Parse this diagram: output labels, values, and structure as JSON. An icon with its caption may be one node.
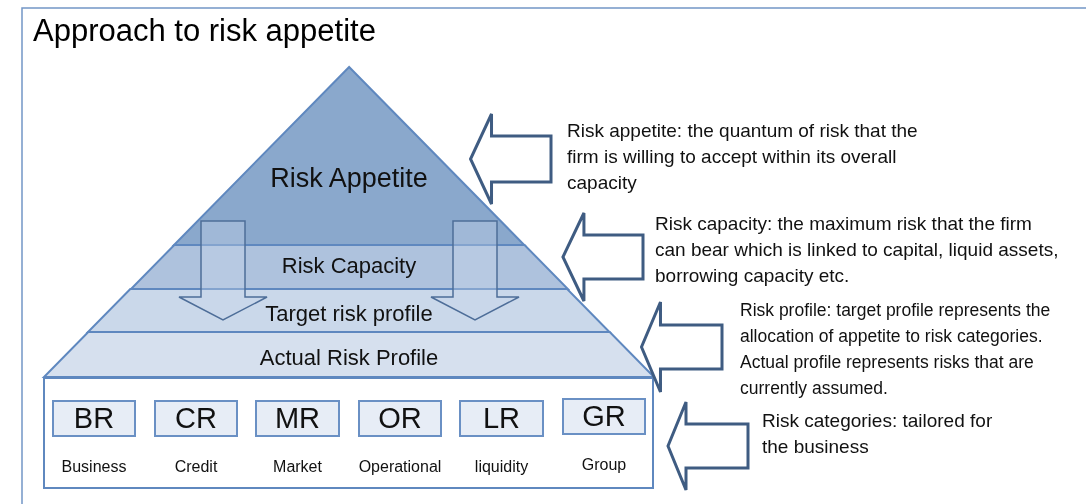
{
  "diagram": {
    "title": "Approach to risk appetite",
    "nodes": [
      {
        "text": [
          "Risk Appetite"
        ]
      },
      {
        "text": [
          "Risk Capacity"
        ]
      },
      {
        "text": [
          "Target risk profile"
        ]
      },
      {
        "text": [
          "Actual Risk Profile"
        ]
      },
      {
        "text": [],
        "shape": "box"
      },
      {
        "text": [
          "BR"
        ],
        "in": 4,
        "beside": [
          "Business"
        ]
      },
      {
        "text": [
          "CR"
        ],
        "in": 4,
        "beside": [
          "Credit"
        ]
      },
      {
        "text": [
          "MR"
        ],
        "in": 4,
        "beside": [
          "Market"
        ]
      },
      {
        "text": [
          "OR"
        ],
        "in": 4,
        "beside": [
          "Operational"
        ]
      },
      {
        "text": [
          "LR"
        ],
        "in": 4,
        "beside": [
          "liquidity"
        ]
      },
      {
        "text": [
          "GR"
        ],
        "in": 4,
        "beside": [
          "Group"
        ]
      },
      {
        "text": [
          "Risk appetite: the quantum of risk that the firm is willing to accept within its overall capacity"
        ]
      },
      {
        "text": [
          "Risk capacity: the maximum risk that the firm can bear which is linked to capital, liquid assets, borrowing capacity etc."
        ]
      },
      {
        "text": [
          "Risk profile: target profile represents the allocation of appetite to risk categories. Actual profile represents risks that are currently assumed."
        ]
      },
      {
        "text": [
          "Risk categories: tailored for the business"
        ]
      }
    ],
    "edges": [
      {
        "from": 0,
        "to": 2,
        "arrow": "to"
      },
      {
        "from": 0,
        "to": 2,
        "arrow": "to"
      },
      {
        "from": 11,
        "to": 0,
        "arrow": "to"
      },
      {
        "from": 12,
        "to": 1,
        "arrow": "to"
      },
      {
        "from": 13,
        "to": 3,
        "arrow": "to"
      },
      {
        "from": 14,
        "to": 4,
        "arrow": "to"
      }
    ]
  }
}
